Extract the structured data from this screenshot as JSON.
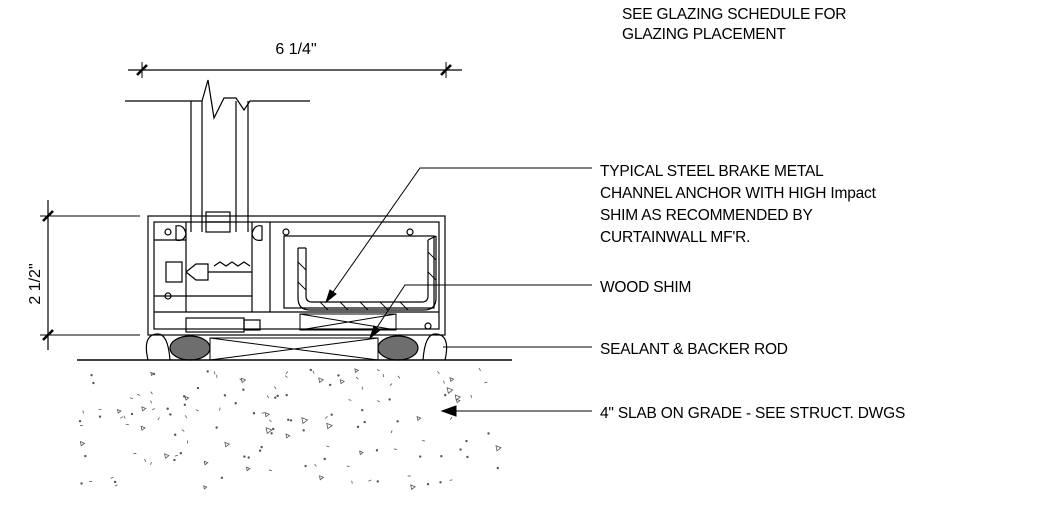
{
  "header_note": {
    "line1": "SEE GLAZING SCHEDULE FOR",
    "line2": "GLAZING PLACEMENT"
  },
  "dimensions": {
    "width": "6 1/4\"",
    "height": "2 1/2\""
  },
  "callouts": {
    "anchor": {
      "line1": "TYPICAL STEEL BRAKE METAL",
      "line2": "CHANNEL ANCHOR WITH HIGH Impact",
      "line3": "SHIM AS RECOMMENDED BY",
      "line4": "CURTAINWALL MF'R."
    },
    "shim": "WOOD SHIM",
    "sealant": "SEALANT & BACKER ROD",
    "slab": "4\" SLAB ON GRADE - SEE STRUCT. DWGS"
  }
}
